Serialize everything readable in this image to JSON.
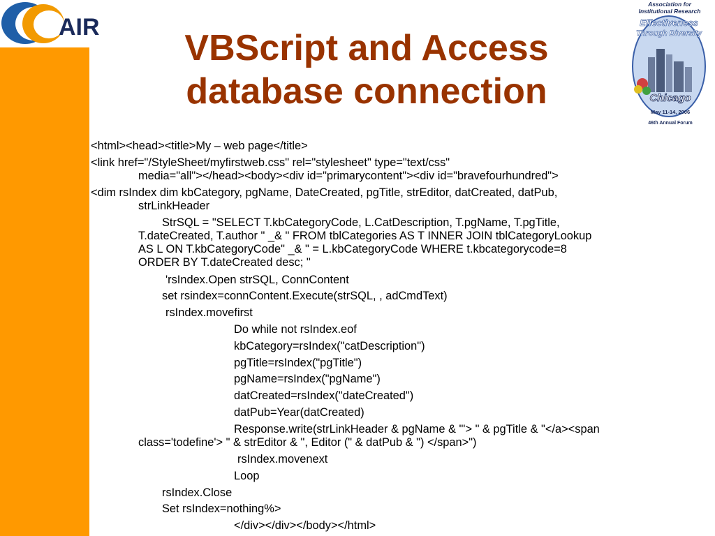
{
  "slide": {
    "title_line1": "VBScript and Access",
    "title_line2": "database connection"
  },
  "logo": {
    "text": "AIR"
  },
  "badge": {
    "org_line1": "Association for",
    "org_line2": "Institutional Research",
    "theme_line1": "Effectiveness",
    "theme_line2": "Through Diversity",
    "city": "Chicago",
    "dates": "May 11-14, 2006",
    "forum": "46th Annual Forum"
  },
  "colors": {
    "title": "#993300",
    "sidebar": "#ff9900",
    "logo_blue": "#1f5fa8",
    "logo_orange": "#f29a00"
  },
  "code": {
    "l1": "<html><head><title>My – web page</title>",
    "l2": "<link href=\"/StyleSheet/myfirstweb.css\" rel=\"stylesheet\" type=\"text/css\"",
    "l2b": "media=\"all\"></head><body><div id=\"primarycontent\"><div id=\"bravefourhundred\">",
    "l3": "<dim rsIndex dim kbCategory, pgName, DateCreated, pgTitle, strEditor, datCreated, datPub,",
    "l3b": "strLinkHeader",
    "l4": "StrSQL = \"SELECT T.kbCategoryCode, L.CatDescription, T.pgName, T.pgTitle,",
    "l4b": "T.dateCreated, T.author \" _& \" FROM tblCategories AS T INNER JOIN tblCategoryLookup",
    "l4c": "AS L ON T.kbCategoryCode\" _& \" = L.kbCategoryCode WHERE t.kbcategorycode=8",
    "l4d": "ORDER BY T.dateCreated desc; \"",
    "l5": "'rsIndex.Open strSQL, ConnContent",
    "l6": "set rsindex=connContent.Execute(strSQL, , adCmdText)",
    "l7": "rsIndex.movefirst",
    "l8": "Do while not rsIndex.eof",
    "l9": "kbCategory=rsIndex(\"catDescription\")",
    "l10": "pgTitle=rsIndex(\"pgTitle\")",
    "l11": "pgName=rsIndex(\"pgName\")",
    "l12": "datCreated=rsIndex(\"dateCreated\")",
    "l13": "datPub=Year(datCreated)",
    "l14": "Response.write(strLinkHeader & pgName & \"'> \" & pgTitle & \"</a><span",
    "l14b": "class='todefine'> \" & strEditor & \",  Editor (\" & datPub & \") </span>\")",
    "l15": "rsIndex.movenext",
    "l16": "Loop",
    "l17": "rsIndex.Close",
    "l18": "Set rsIndex=nothing%>",
    "l19": "</div></div></body></html>"
  }
}
